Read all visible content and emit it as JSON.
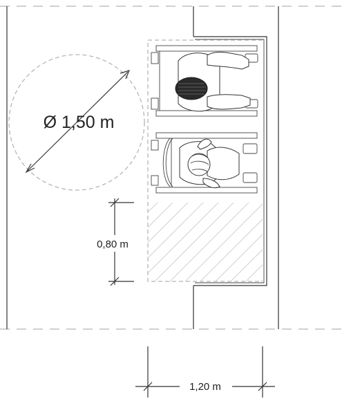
{
  "labels": {
    "turning_diameter": "Ø 1,50 m",
    "depth": "0,80 m",
    "width": "1,20 m"
  },
  "icons": [
    "wheelchair-user-icon",
    "wheelchair-user-icon"
  ],
  "colors": {
    "ink": "#333333",
    "dashed": "#b5b5b5",
    "hatch": "#d0d0d0"
  }
}
